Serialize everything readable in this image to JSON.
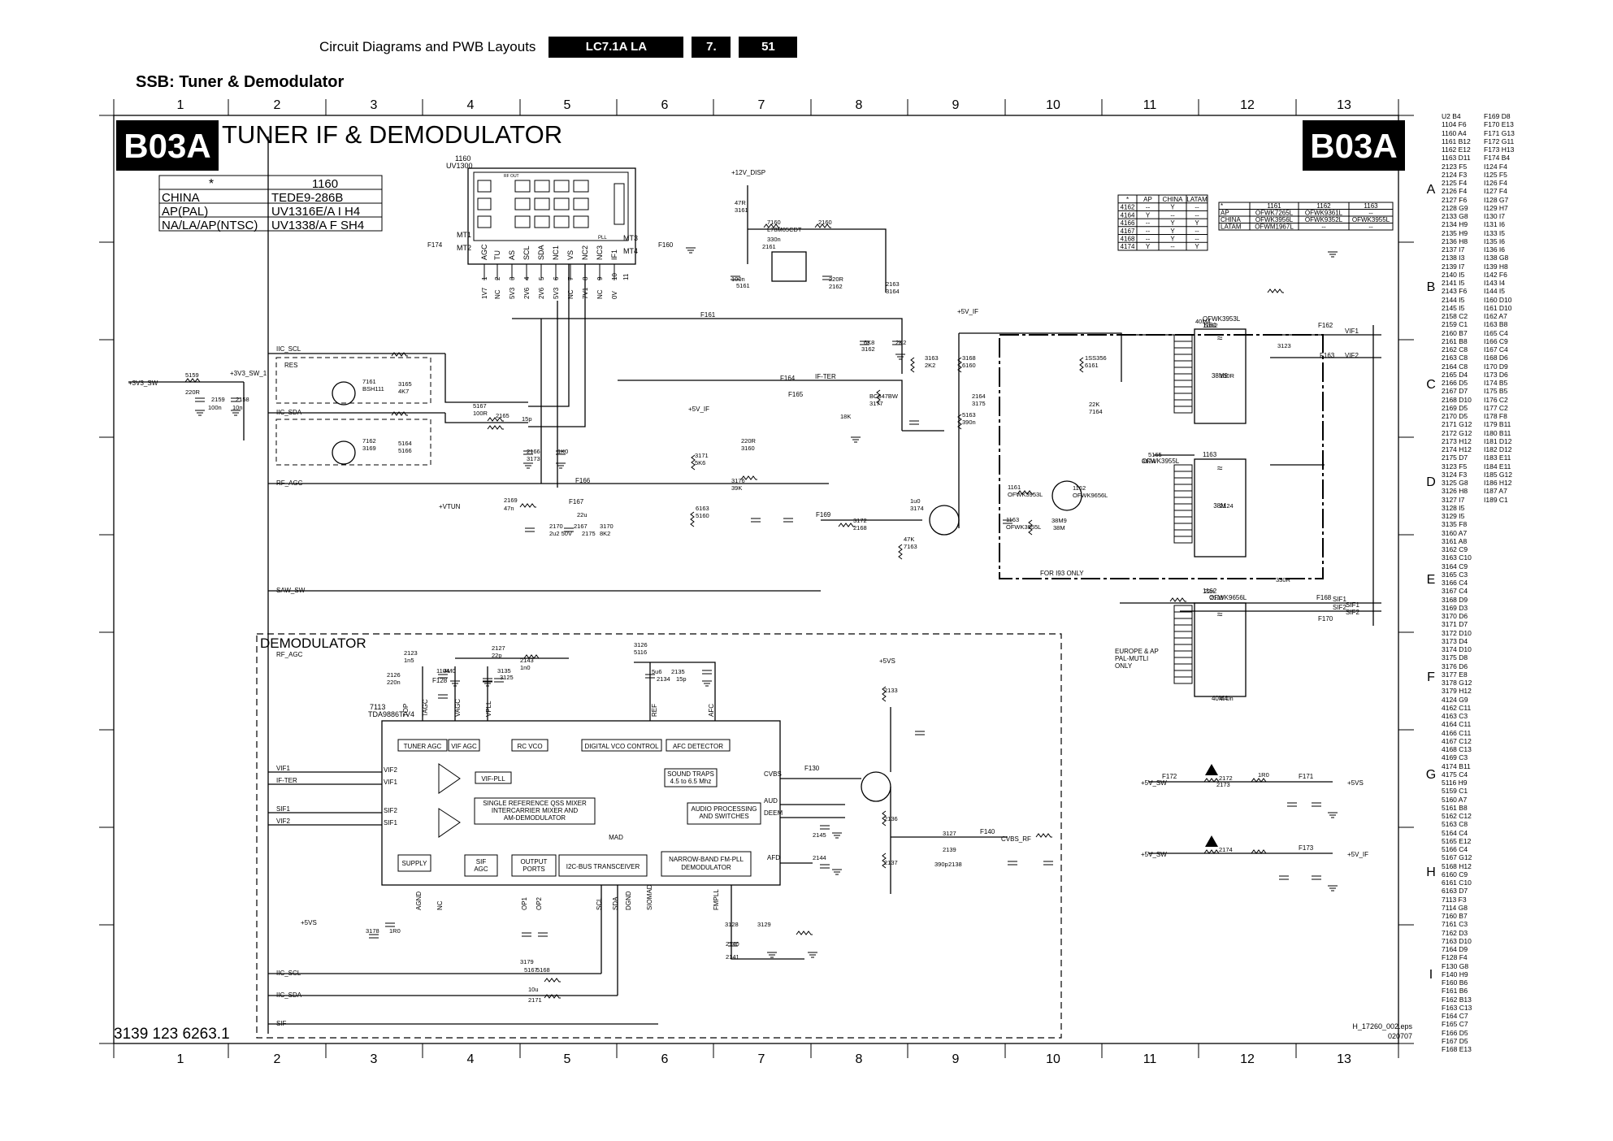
{
  "header": {
    "section_title": "Circuit Diagrams and PWB Layouts",
    "model": "LC7.1A LA",
    "chapter": "7.",
    "page": "51"
  },
  "subtitle": "SSB: Tuner & Demodulator",
  "diagram": {
    "code": "B03A",
    "title": "TUNER IF & DEMODULATOR",
    "doc_number": "3139 123 6263.1",
    "file_name": "H_17260_002.eps",
    "file_date": "020707",
    "col_labels": [
      "1",
      "2",
      "3",
      "4",
      "5",
      "6",
      "7",
      "8",
      "9",
      "10",
      "11",
      "12",
      "13"
    ],
    "row_labels": [
      "A",
      "B",
      "C",
      "D",
      "E",
      "F",
      "G",
      "H",
      "I"
    ]
  },
  "tuner_table": {
    "header": [
      "*",
      "1160"
    ],
    "rows": [
      [
        "CHINA",
        "TEDE9-286B"
      ],
      [
        "AP(PAL)",
        "UV1316E/A I H4"
      ],
      [
        "NA/LA/AP(NTSC)",
        "UV1338/A F SH4"
      ]
    ]
  },
  "option_table": {
    "header": [
      "*",
      "AP",
      "CHINA",
      "LATAM"
    ],
    "rows": [
      [
        "4162",
        "--",
        "Y",
        "--"
      ],
      [
        "4164",
        "Y",
        "--",
        "--"
      ],
      [
        "4166",
        "--",
        "Y",
        "Y"
      ],
      [
        "4167",
        "--",
        "Y",
        "--"
      ],
      [
        "4168",
        "--",
        "Y",
        "--"
      ],
      [
        "4174",
        "Y",
        "--",
        "Y"
      ]
    ]
  },
  "saw_table": {
    "header": [
      "*",
      "1161",
      "1162",
      "1163"
    ],
    "rows": [
      [
        "AP",
        "OFWK7265L",
        "OFWK9361L",
        "--"
      ],
      [
        "CHINA",
        "OFWK3956L",
        "OFWK9352L",
        "OFWK3955L"
      ],
      [
        "LATAM",
        "OFWM1967L",
        "--",
        "--"
      ]
    ]
  },
  "labels": {
    "demodulator": "DEMODULATOR",
    "for_i93": "FOR I93 ONLY",
    "europe": [
      "EUROPE & AP",
      "PAL-MUTLI",
      "ONLY"
    ],
    "tuner_part": [
      "1160",
      "UV1300"
    ],
    "tuner_pins_left": [
      "MT1",
      "MT2"
    ],
    "tuner_pins_right": [
      "MT3",
      "MT4"
    ],
    "tuner_pin_names": [
      "AGC",
      "TU",
      "AS",
      "SCL",
      "SDA",
      "NC1",
      "VS",
      "NC2",
      "NC3",
      "IF1"
    ],
    "tuner_pin_nums": [
      "1",
      "2",
      "3",
      "4",
      "5",
      "6",
      "7",
      "8",
      "9",
      "10",
      "11"
    ],
    "tuner_pin_volts": [
      "1V7",
      "NC",
      "5V3",
      "2V6",
      "2V6",
      "5V3",
      "NC",
      "7V1",
      "NC",
      "0V"
    ],
    "ic_name": [
      "7113",
      "TDA9886T/V4"
    ],
    "ic_blocks": [
      "TUNER AGC",
      "VIF AGC",
      "RC VCO",
      "DIGITAL VCO CONTROL",
      "AFC DETECTOR",
      "VIF-PLL",
      "SOUND TRAPS",
      "4.5 to 6.5 Mhz",
      "SINGLE REFERENCE QSS MIXER",
      "INTERCARRIER MIXER AND",
      "AM-DEMODULATOR",
      "AUDIO PROCESSING",
      "AND SWITCHES",
      "MAD",
      "SUPPLY",
      "SIF",
      "AGC",
      "OUTPUT",
      "PORTS",
      "I2C-BUS TRANSCEIVER",
      "NARROW-BAND FM-PLL",
      "DEMODULATOR"
    ],
    "ic_pins_top": [
      "TOP",
      "TAGC",
      "VAGC",
      "VPLL",
      "REF",
      "AFC"
    ],
    "ic_pins_left": [
      "VIF2",
      "VIF1",
      "SIF2",
      "SIF1"
    ],
    "ic_pins_right": [
      "CVBS",
      "AUD",
      "DEEM",
      "AFD"
    ],
    "ic_pins_bottom": [
      "AGND",
      "NC",
      "OP1",
      "OP2",
      "SCL",
      "SDA",
      "DGND",
      "SIOMAD",
      "FMPLL"
    ],
    "nets": [
      "IIC_SCL",
      "IIC_SDA",
      "RF_AGC",
      "SAW_SW",
      "+3V3_SW",
      "+3V3_SW_1",
      "+5V_IF",
      "+12V_DISP",
      "+VTUN",
      "IF-TER",
      "VIF1",
      "VIF2",
      "SIF1",
      "SIF2",
      "CVBS_RF",
      "+5VS",
      "+5V_SW",
      "SIF",
      "RES"
    ],
    "components": [
      "5159",
      "220R",
      "2159",
      "100n",
      "2158",
      "10n",
      "7161",
      "BSH111",
      "3165",
      "4K7",
      "7162",
      "3169",
      "5164",
      "5166",
      "5167",
      "100R",
      "2165",
      "15p",
      "2166",
      "3173",
      "1K0",
      "2169",
      "47n",
      "2170",
      "2u2 50V",
      "2167",
      "2175",
      "22u",
      "3170",
      "8K2",
      "3171",
      "5K6",
      "3176",
      "39K",
      "6163",
      "5160",
      "220R",
      "3160",
      "47R",
      "3161",
      "7160",
      "L78M05CDT",
      "2160",
      "330n",
      "2161",
      "100n",
      "5161",
      "220R",
      "2162",
      "2163",
      "3164",
      "6K8",
      "3162",
      "2K2",
      "3163",
      "2K2",
      "3168",
      "6160",
      "1SS356",
      "6161",
      "5163",
      "390n",
      "2164",
      "3175",
      "22K",
      "7164",
      "BC847BW",
      "3177",
      "18K",
      "3172",
      "2168",
      "1u0",
      "3174",
      "47K",
      "7163",
      "1161",
      "OFWK3953L",
      "1163",
      "OFWK3955L",
      "38M9",
      "38M",
      "1162",
      "OFWK9656L",
      "40M4",
      "5162",
      "5165",
      "3124",
      "100R",
      "2124",
      "22n",
      "2125",
      "470n",
      "3123",
      "330R",
      "2123",
      "1n5",
      "2126",
      "220n",
      "1104",
      "4M0",
      "2127",
      "22p",
      "2143",
      "1n0",
      "3135",
      "3125",
      "3126",
      "5116",
      "5u6",
      "2134",
      "2135",
      "15p",
      "2133",
      "2136",
      "2137",
      "3127",
      "2139",
      "390p",
      "2138",
      "2145",
      "2144",
      "3128",
      "3129",
      "2140",
      "2141",
      "3178",
      "1R0",
      "3179",
      "5167",
      "5168",
      "10u",
      "2171",
      "2172",
      "2173",
      "2174",
      "1R0"
    ]
  },
  "reference_list": {
    "col1": [
      "U2 B4",
      "1104 F6",
      "1160 A4",
      "1161 B12",
      "1162 E12",
      "1163 D11",
      "2123 F5",
      "2124 F3",
      "2125 F4",
      "2126 F4",
      "2127 F6",
      "2128 G9",
      "2133 G8",
      "2134 H9",
      "2135 H9",
      "2136 H8",
      "2137 I7",
      "2138 I3",
      "2139 I7",
      "2140 I5",
      "2141 I5",
      "2143 F6",
      "2144 I5",
      "2145 I5",
      "2158 C2",
      "2159 C1",
      "2160 B7",
      "2161 B8",
      "2162 C8",
      "2163 C8",
      "2164 C8",
      "2165 D4",
      "2166 D5",
      "2167 D7",
      "2168 D10",
      "2169 D5",
      "2170 D5",
      "2171 G12",
      "2172 G12",
      "2173 H12",
      "2174 H12",
      "2175 D7",
      "3123 F5",
      "3124 F3",
      "3125 G8",
      "3126 H8",
      "3127 I7",
      "3128 I5",
      "3129 I5",
      "3135 F8",
      "3160 A7",
      "3161 A8",
      "3162 C9",
      "3163 C10",
      "3164 C9",
      "3165 C3",
      "3166 C4",
      "3167 C4",
      "3168 D9",
      "3169 D3",
      "3170 D6",
      "3171 D7",
      "3172 D10",
      "3173 D4",
      "3174 D10",
      "3175 D8",
      "3176 D6",
      "3177 E8",
      "3178 G12",
      "3179 H12",
      "4124 G9",
      "4162 C11",
      "4163 C3",
      "4164 C11",
      "4166 C11",
      "4167 C12",
      "4168 C13",
      "4169 C3",
      "4174 B11",
      "4175 C4",
      "5116 H9",
      "5159 C1",
      "5160 A7",
      "5161 B8",
      "5162 C12",
      "5163 C8",
      "5164 C4",
      "5165 E12",
      "5166 C4",
      "5167 G12",
      "5168 H12",
      "6160 C9",
      "6161 C10",
      "6163 D7",
      "7113 F3",
      "7114 G8",
      "7160 B7",
      "7161 C3",
      "7162 D3",
      "7163 D10",
      "7164 D9",
      "F128 F4",
      "F130 G8",
      "F140 H9",
      "F160 B6",
      "F161 B6",
      "F162 B13",
      "F163 C13",
      "F164 C7",
      "F165 C7",
      "F166 D5",
      "F167 D5",
      "F168 E13"
    ],
    "col2": [
      "F169 D8",
      "F170 E13",
      "F171 G13",
      "F172 G11",
      "F173 H13",
      "F174 B4",
      "I124 F4",
      "I125 F5",
      "I126 F4",
      "I127 F4",
      "I128 G7",
      "I129 H7",
      "I130 I7",
      "I131 I6",
      "I133 I5",
      "I135 I6",
      "I136 I6",
      "I138 G8",
      "I139 H8",
      "I142 F6",
      "I143 I4",
      "I144 I5",
      "I160 D10",
      "I161 D10",
      "I162 A7",
      "I163 B8",
      "I165 C4",
      "I166 C9",
      "I167 C4",
      "I168 D6",
      "I170 D9",
      "I173 D6",
      "I174 B5",
      "I175 B5",
      "I176 C2",
      "I177 C2",
      "I178 F8",
      "I179 B11",
      "I180 B11",
      "I181 D12",
      "I182 D12",
      "I183 E11",
      "I184 E11",
      "I185 G12",
      "I186 H12",
      "I187 A7",
      "I189 C1"
    ]
  }
}
